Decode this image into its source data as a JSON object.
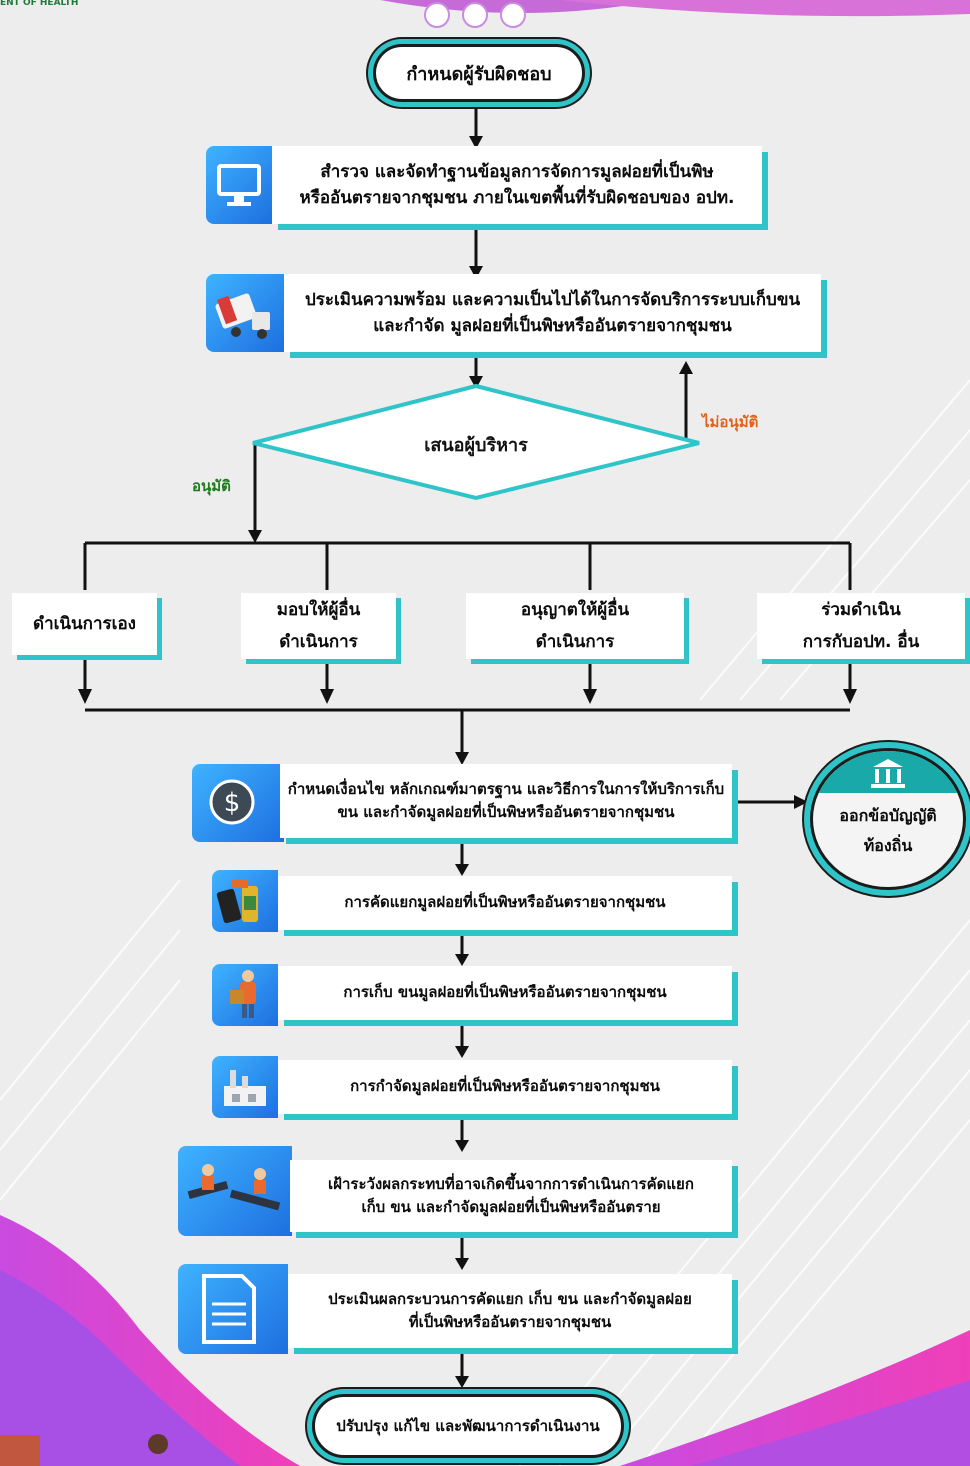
{
  "header": {
    "org_text": "ENT OF HEALTH"
  },
  "start": {
    "label": "กำหนดผู้รับผิดชอบ"
  },
  "steps": [
    {
      "lines": [
        "สำรวจ และจัดทำฐานข้อมูลการจัดการมูลฝอยที่เป็นพิษ",
        "หรืออันตรายจากชุมชน ภายในเขตพื้นที่รับผิดชอบของ อปท."
      ],
      "icon": "monitor-icon"
    },
    {
      "lines": [
        "ประเมินความพร้อม และความเป็นไปได้ในการจัดบริการระบบเก็บขน",
        "และกำจัด มูลฝอยที่เป็นพิษหรืออันตรายจากชุมชน"
      ],
      "icon": "garbage-truck-icon"
    }
  ],
  "decision": {
    "label": "เสนอผู้บริหาร",
    "approve_label": "อนุมัติ",
    "reject_label": "ไม่อนุมัติ",
    "approve_color": "#1e7b1e",
    "reject_color": "#e0631b"
  },
  "options": [
    {
      "lines": [
        "ดำเนินการเอง"
      ]
    },
    {
      "lines": [
        "มอบให้ผู้อื่น",
        "ดำเนินการ"
      ]
    },
    {
      "lines": [
        "อนุญาตให้ผู้อื่น",
        "ดำเนินการ"
      ]
    },
    {
      "lines": [
        "ร่วมดำเนิน",
        "การกับอปท. อื่น"
      ]
    }
  ],
  "process": [
    {
      "lines": [
        "กำหนดเงื่อนไข หลักเกณฑ์มาตรฐาน และวิธีการในการให้บริการเก็บ",
        "ขน และกำจัดมูลฝอยที่เป็นพิษหรืออันตรายจากชุมชน"
      ],
      "icon": "dollar-icon"
    },
    {
      "lines": [
        "การคัดแยกมูลฝอยที่เป็นพิษหรืออันตรายจากชุมชน"
      ],
      "icon": "hazardous-waste-icon"
    },
    {
      "lines": [
        "การเก็บ ขนมูลฝอยที่เป็นพิษหรืออันตรายจากชุมชน"
      ],
      "icon": "worker-icon"
    },
    {
      "lines": [
        "การกำจัดมูลฝอยที่เป็นพิษหรืออันตรายจากชุมชน"
      ],
      "icon": "factory-icon"
    },
    {
      "lines": [
        "เฝ้าระวังผลกระทบที่อาจเกิดขึ้นจากการดำเนินการคัดแยก",
        "เก็บ ขน และกำจัดมูลฝอยที่เป็นพิษหรืออันตราย"
      ],
      "icon": "conveyor-icon"
    },
    {
      "lines": [
        "ประเมินผลกระบวนการคัดแยก เก็บ ขน และกำจัดมูลฝอย",
        "ที่เป็นพิษหรืออันตรายจากชุมชน"
      ],
      "icon": "document-icon"
    }
  ],
  "law": {
    "lines": [
      "ออกข้อบัญญัติ",
      "ท้องถิ่น"
    ],
    "icon": "government-building-icon"
  },
  "end": {
    "label": "ปรับปรุง แก้ไข และพัฒนาการดำเนินงาน"
  },
  "colors": {
    "accent": "#2ec4c8",
    "icon_blue": "#2b8ef0",
    "pink": "#e832c8",
    "purple": "#9b3fe0"
  }
}
